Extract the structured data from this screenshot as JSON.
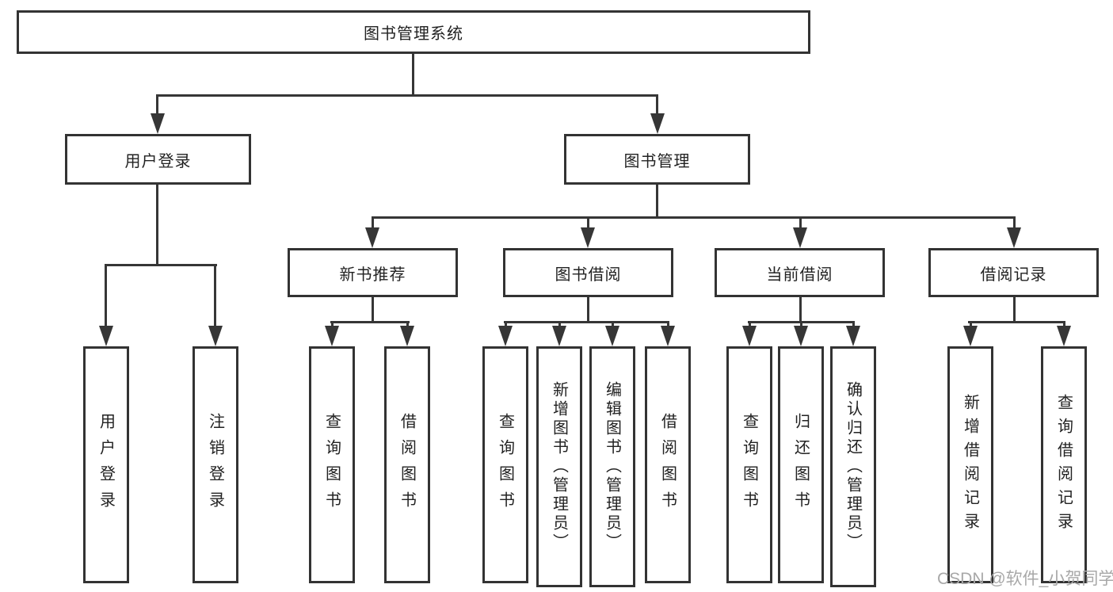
{
  "diagram": {
    "root": "图书管理系统",
    "level2": [
      "用户登录",
      "图书管理"
    ],
    "level3": [
      "新书推荐",
      "图书借阅",
      "当前借阅",
      "借阅记录"
    ],
    "leaves": {
      "user_login": [
        "用户登录",
        "注销登录"
      ],
      "new_book": [
        "查询图书",
        "借阅图书"
      ],
      "book_borrow": [
        "查询图书",
        "新增图书（管理员）",
        "编辑图书（管理员）",
        "借阅图书"
      ],
      "current_borrow": [
        "查询图书",
        "归还图书",
        "确认归还（管理员）"
      ],
      "borrow_record": [
        "新增借阅记录",
        "查询借阅记录"
      ]
    }
  },
  "watermark": "CSDN @软件_小贺同学",
  "colors": {
    "background": "#ffffff",
    "line": "#363636",
    "node_border": "#333333",
    "node_text": "#222222",
    "watermark_text": "#a8a8a8"
  }
}
